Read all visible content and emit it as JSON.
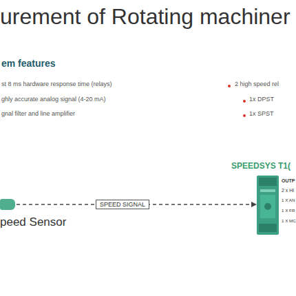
{
  "diagram": {
    "title": "urement of Rotating machiner",
    "nodes": [
      {
        "text": [
          "peed Sensor"
        ]
      },
      {
        "text": [
          "SPEEDSYS T1("
        ]
      }
    ],
    "edges": [
      {
        "from": 0,
        "to": 1,
        "label": "SPEED SIGNAL",
        "arrow": "to"
      }
    ],
    "labels": [
      "em features",
      "st 8 ms hardware response time (relays)",
      "ghly accurate analog signal (4-20 mA)",
      "gnal filter and line amplifier",
      "2 high speed rel",
      "1x DPST",
      "1x SPST",
      "OUTP",
      "2 x HI",
      "1 X AN",
      "1 X FR",
      "1 X MC"
    ]
  }
}
